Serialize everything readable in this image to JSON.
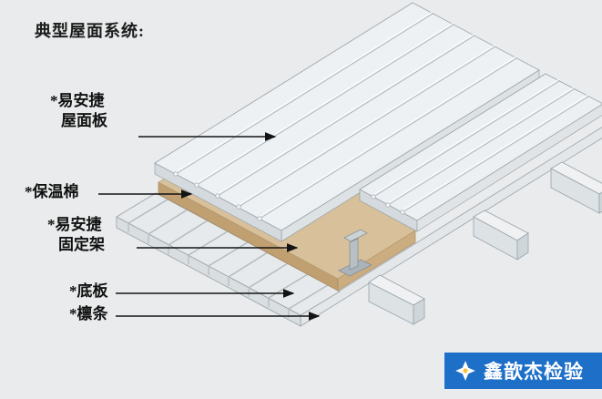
{
  "title": "典型屋面系统:",
  "callouts": [
    {
      "id": "roof-panel",
      "lines": [
        "*易安捷",
        "屋面板"
      ]
    },
    {
      "id": "insulation",
      "lines": [
        "*保温棉"
      ]
    },
    {
      "id": "clip-bracket",
      "lines": [
        "*易安捷",
        "固定架"
      ]
    },
    {
      "id": "base-sheet",
      "lines": [
        "*底板"
      ]
    },
    {
      "id": "purlin",
      "lines": [
        "*檩条"
      ]
    }
  ],
  "diagram_parts": [
    "standing-seam-roof-panels",
    "insulation-board",
    "fixing-clip-bracket",
    "corrugated-base-deck",
    "purlins"
  ],
  "watermark": {
    "text": "鑫歆杰检验",
    "bg_color": "#1e6fc8",
    "text_color": "#ffffff"
  },
  "colors": {
    "background": "#e9ebec",
    "panel_top": "#eef1f3",
    "insulation_top": "#d8c09a",
    "insulation_edge": "#c09f70",
    "deck_top": "#e7eaec",
    "outline": "#9aa3ab",
    "arrow": "#141414"
  }
}
